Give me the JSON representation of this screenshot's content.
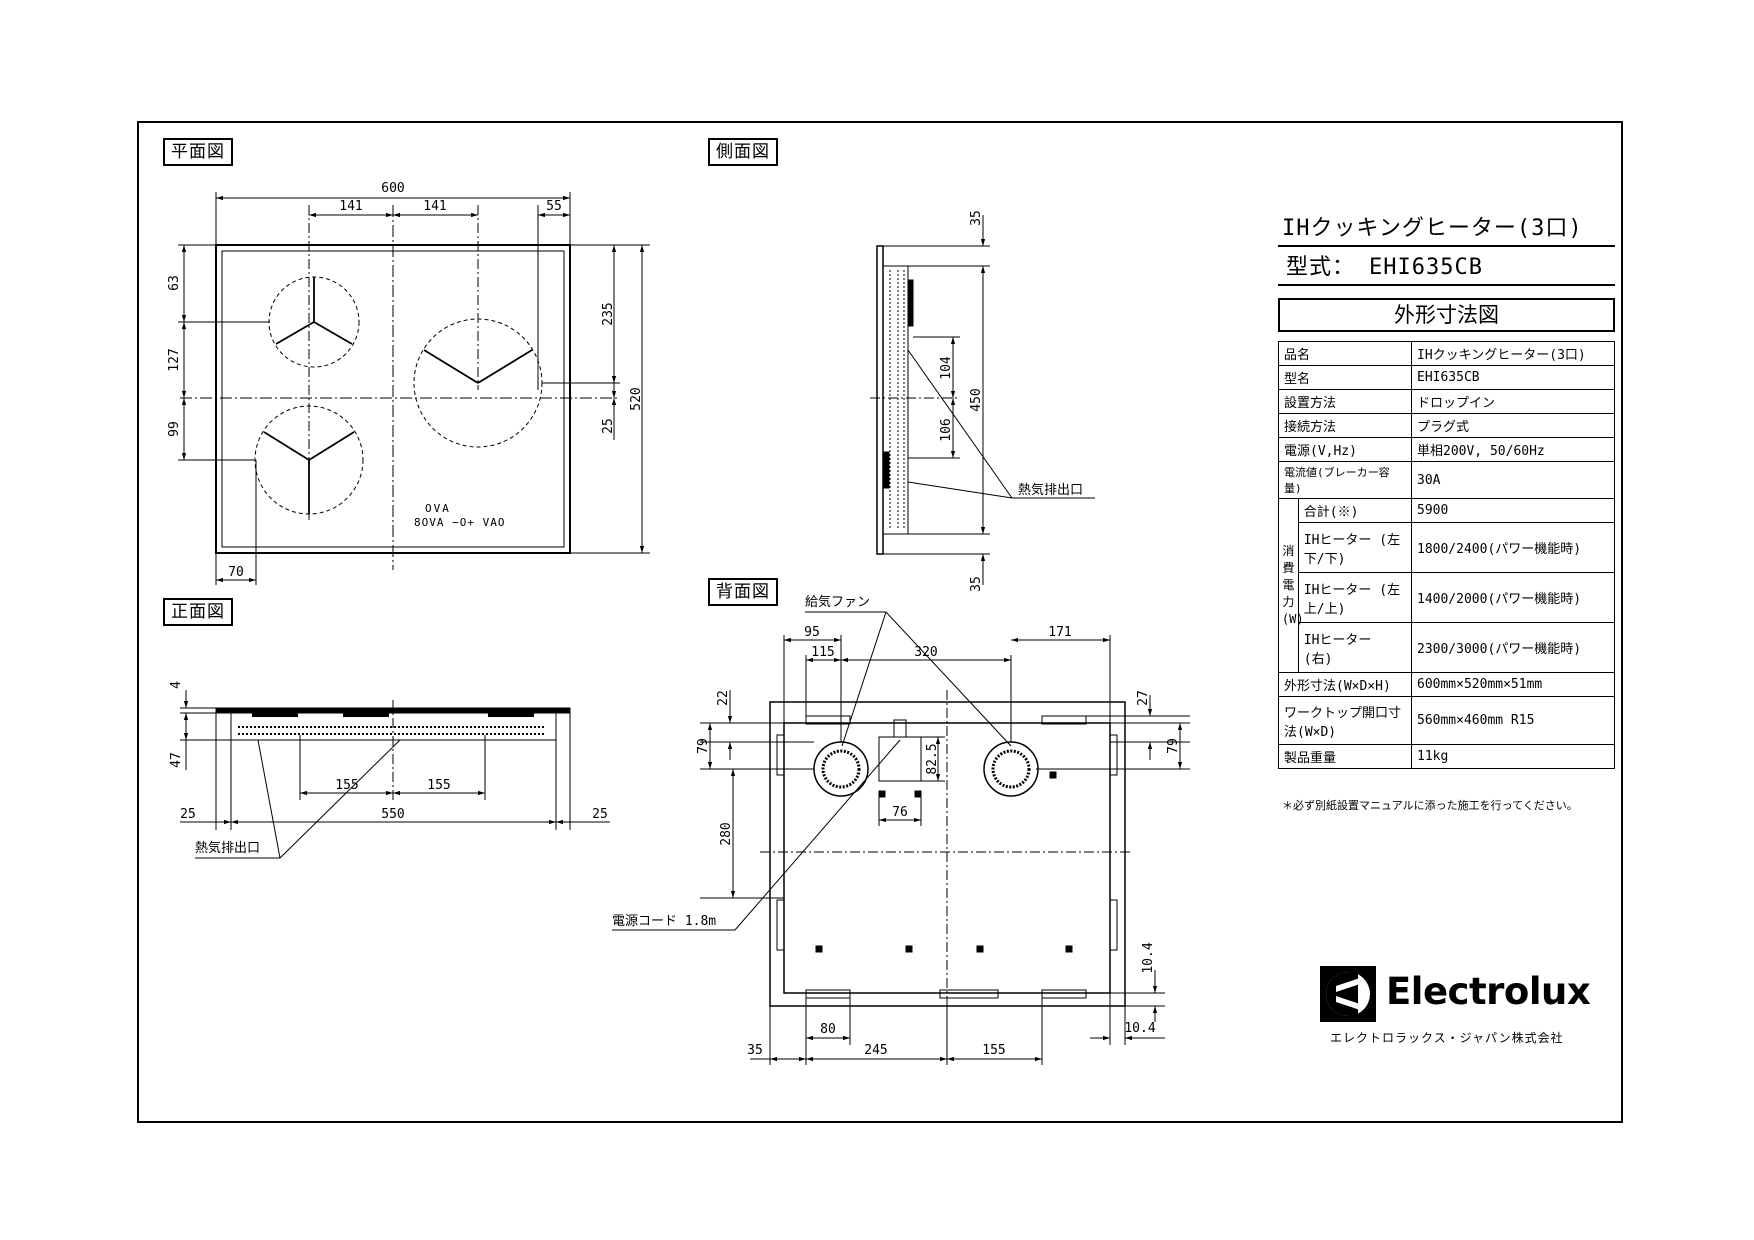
{
  "views": {
    "plan": "平面図",
    "side": "側面図",
    "front": "正面図",
    "back": "背面図"
  },
  "plan_dims": {
    "d600": "600",
    "d141a": "141",
    "d141b": "141",
    "d55": "55",
    "d63": "63",
    "d127": "127",
    "d99": "99",
    "d235": "235",
    "d25": "25",
    "d520": "520",
    "d70": "70"
  },
  "side_dims": {
    "d35a": "35",
    "d104": "104",
    "d450": "450",
    "d106": "106",
    "d35b": "35",
    "exhaust": "熱気排出口"
  },
  "front_dims": {
    "d4": "4",
    "d47": "47",
    "d155a": "155",
    "d155b": "155",
    "d25a": "25",
    "d550": "550",
    "d25b": "25",
    "exhaust": "熱気排出口"
  },
  "back_dims": {
    "fan": "給気ファン",
    "d95": "95",
    "d115": "115",
    "d320": "320",
    "d171": "171",
    "d22": "22",
    "d79a": "79",
    "d82_5": "82.5",
    "d76": "76",
    "d280": "280",
    "d27": "27",
    "d79b": "79",
    "d10_4a": "10.4",
    "d10_4b": "10.4",
    "d80": "80",
    "d35": "35",
    "d245": "245",
    "d155": "155",
    "cord": "電源コード 1.8m"
  },
  "controls": {
    "row1": "OVA",
    "row2": "8OVA  −O+  VAO"
  },
  "product": {
    "title": "IHクッキングヒーター(3口)",
    "model_label": "型式：",
    "model": "EHI635CB",
    "outline_title": "外形寸法図"
  },
  "spec": {
    "rows": [
      {
        "k": "品名",
        "v": "IHクッキングヒーター(3口)"
      },
      {
        "k": "型名",
        "v": "EHI635CB"
      },
      {
        "k": "設置方法",
        "v": "ドロップイン"
      },
      {
        "k": "接続方法",
        "v": "プラグ式"
      },
      {
        "k": "電源(V,Hz)",
        "v": "単相200V, 50/60Hz"
      },
      {
        "k": "電流値(ブレーカー容量)",
        "v": "30A"
      }
    ],
    "power_group": "消費電力(W)",
    "power_rows": [
      {
        "k": "合計(※)",
        "v": "5900"
      },
      {
        "k": "IHヒーター (左下/下)",
        "v": "1800/2400(パワー機能時)"
      },
      {
        "k": "IHヒーター (左上/上)",
        "v": "1400/2000(パワー機能時)"
      },
      {
        "k": "IHヒーター (右)",
        "v": "2300/3000(パワー機能時)"
      }
    ],
    "tail_rows": [
      {
        "k": "外形寸法(W×D×H)",
        "v": "600mm×520mm×51mm"
      },
      {
        "k": "ワークトップ開口寸法(W×D)",
        "v": "560mm×460mm R15"
      },
      {
        "k": "製品重量",
        "v": "11kg"
      }
    ]
  },
  "note": "＊必ず別紙設置マニュアルに添った施工を行ってください。",
  "brand": {
    "name": "Electrolux",
    "company": "エレクトロラックス・ジャパン株式会社"
  }
}
